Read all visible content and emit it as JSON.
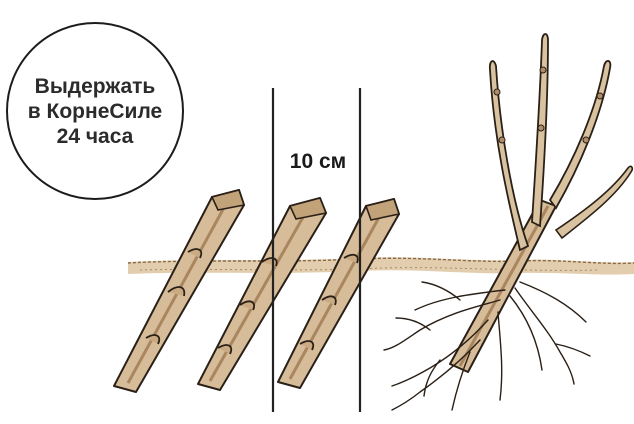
{
  "callout": {
    "lines": [
      "Выдержать",
      "в КорнеСиле",
      "24 часа"
    ]
  },
  "measurement": {
    "label": "10 см"
  },
  "colors": {
    "wood": "#d3b894",
    "wood_shade": "#b08d68",
    "outline": "#2a2017",
    "soil": "#c7a679",
    "guide_line": "#222222"
  }
}
